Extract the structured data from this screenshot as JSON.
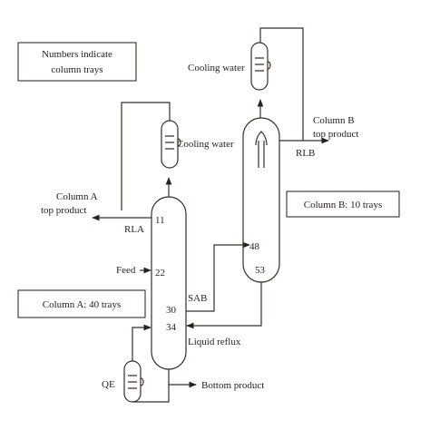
{
  "notes": {
    "legend_line1": "Numbers indicate",
    "legend_line2": "column trays",
    "column_a": "Column A: 40 trays",
    "column_b": "Column B: 10 trays"
  },
  "labels": {
    "cooling_water_a": "Cooling water",
    "cooling_water_b": "Cooling water",
    "col_a_top_line1": "Column A",
    "col_a_top_line2": "top product",
    "col_b_top_line1": "Column B",
    "col_b_top_line2": "top product",
    "rla": "RLA",
    "rlb": "RLB",
    "feed": "Feed",
    "sab": "SAB",
    "liquid_reflux": "Liquid reflux",
    "qe": "QE",
    "bottom_product": "Bottom product"
  },
  "trays": {
    "a_11": "11",
    "a_22": "22",
    "a_30": "30",
    "a_34": "34",
    "b_48": "48",
    "b_53": "53"
  },
  "colors": {
    "ink": "#3a2e24",
    "background": "#ffffff"
  }
}
